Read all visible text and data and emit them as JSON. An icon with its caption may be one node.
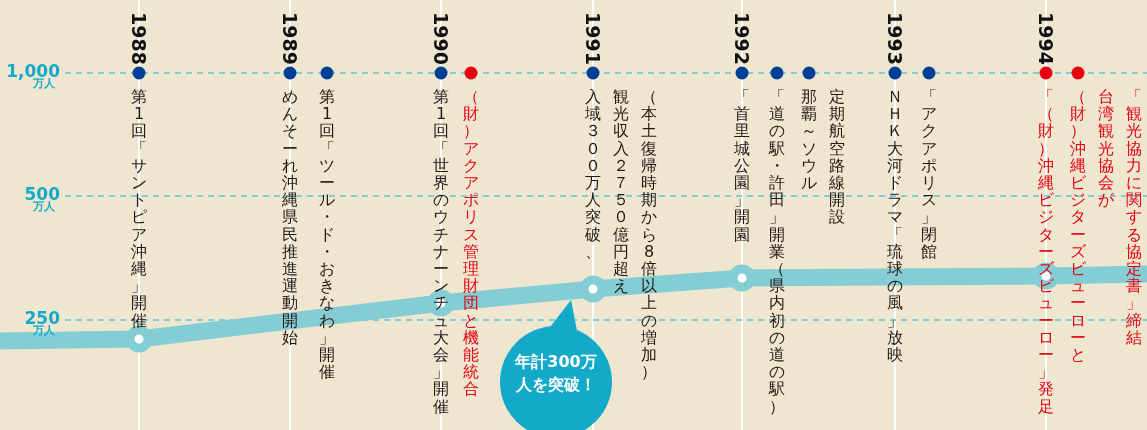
{
  "diagram": {
    "labels": [
      "1,000",
      "万人",
      "500",
      "万人",
      "250",
      "万人",
      "1988",
      "1989",
      "1990",
      "1991",
      "1992",
      "1993",
      "1994",
      "第1回「サントピア沖縄」開催",
      "めんそーれ沖縄県民推進運動開始",
      "第1回「ツール・ド・おきなわ」開催",
      "第1回「世界のウチナーンチュ大会」開催",
      "（財）アクアポリス管理財団と機能統合",
      "入域３００万人突破、観光収入２７５０億円超え（本土復帰時期から8倍以上の増加）",
      "「首里城公園」開園",
      "「道の駅・許田」開業（県内初の道の駅）",
      "那覇～ソウル定期航空路線開設",
      "ＮＨＫ大河ドラマ「琉球の風」放映",
      "「アクアポリス」閉館",
      "「（財）沖縄ビジターズビューロー」発足",
      "（財）沖縄ビジターズビューローと台湾観光協会が「観光協力に関する協定書」締結"
    ],
    "nodes": [
      {
        "text": [
          "年計300万人を突破！"
        ]
      }
    ]
  }
}
